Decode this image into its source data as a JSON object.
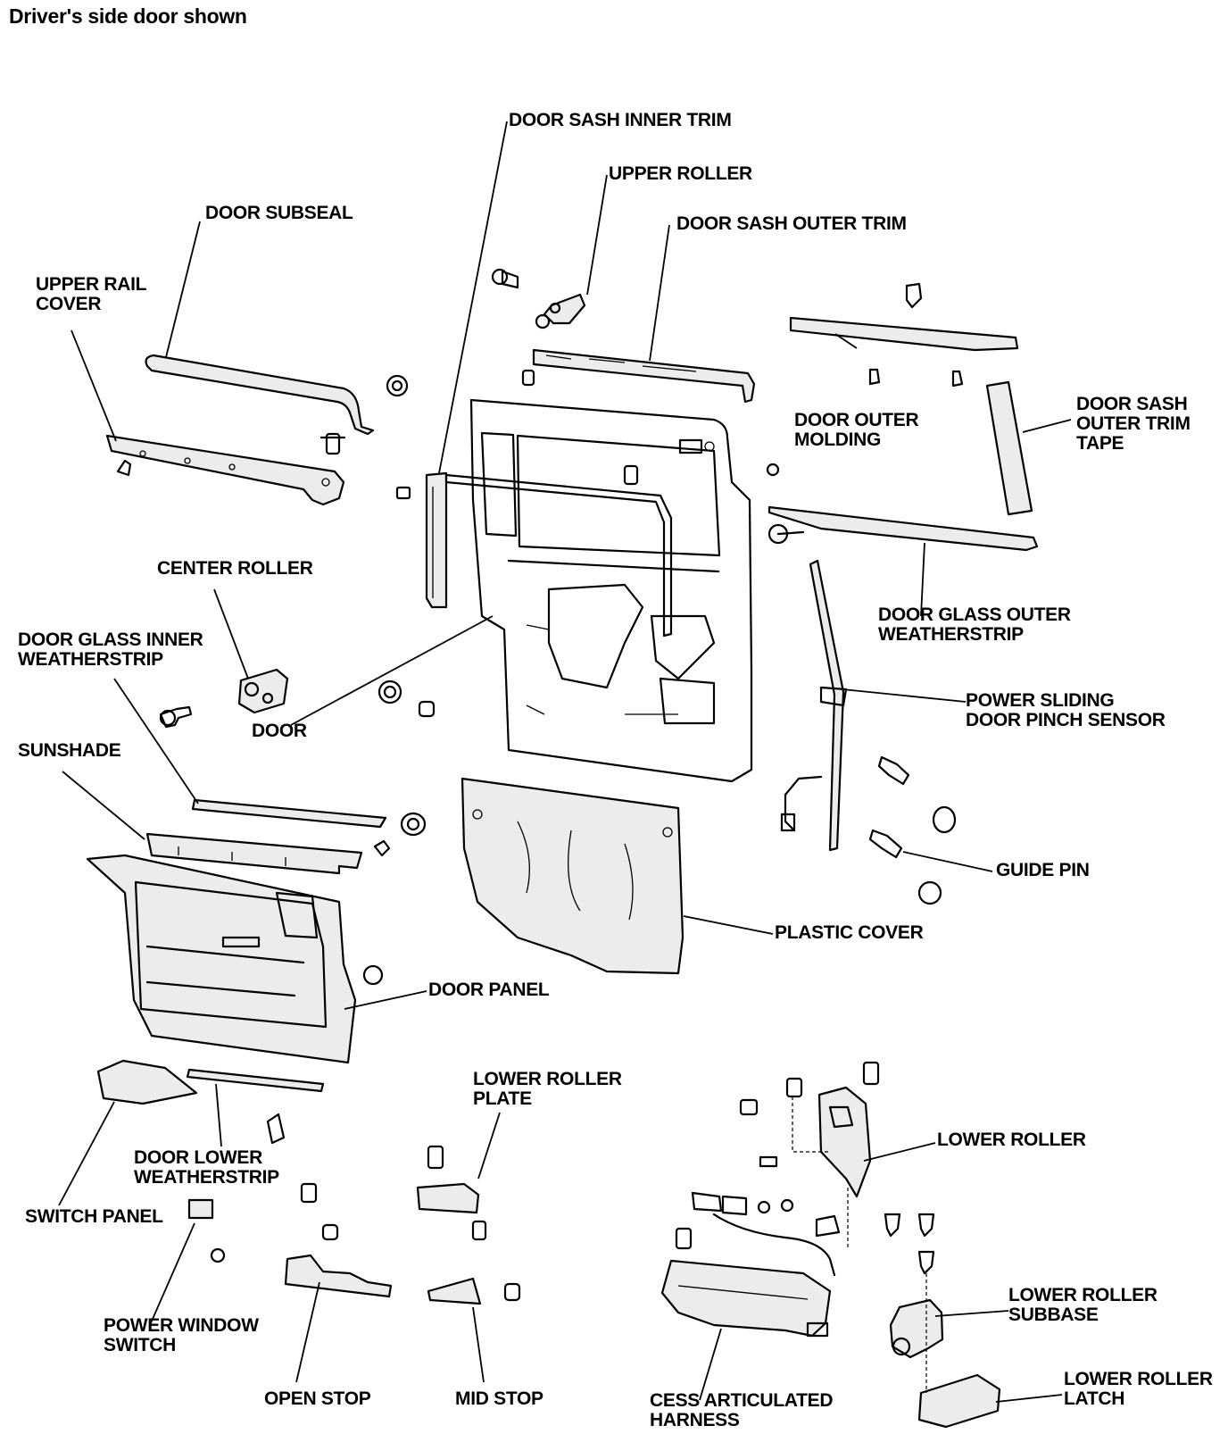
{
  "title": "Driver's side door shown",
  "labels": {
    "door_sash_inner_trim": "DOOR SASH INNER TRIM",
    "upper_roller": "UPPER ROLLER",
    "door_sash_outer_trim": "DOOR SASH OUTER TRIM",
    "door_subseal": "DOOR SUBSEAL",
    "upper_rail_cover": "UPPER RAIL\nCOVER",
    "door_outer_molding": "DOOR OUTER\nMOLDING",
    "door_sash_outer_trim_tape": "DOOR SASH\nOUTER TRIM\nTAPE",
    "center_roller": "CENTER ROLLER",
    "door_glass_outer_weatherstrip": "DOOR GLASS OUTER\nWEATHERSTRIP",
    "door_glass_inner_weatherstrip": "DOOR GLASS INNER\nWEATHERSTRIP",
    "door": "DOOR",
    "power_sliding_door_pinch_sensor": "POWER SLIDING\nDOOR PINCH SENSOR",
    "sunshade": "SUNSHADE",
    "guide_pin": "GUIDE PIN",
    "plastic_cover": "PLASTIC COVER",
    "door_panel": "DOOR PANEL",
    "lower_roller_plate": "LOWER ROLLER\nPLATE",
    "lower_roller": "LOWER ROLLER",
    "door_lower_weatherstrip": "DOOR LOWER\nWEATHERSTRIP",
    "switch_panel": "SWITCH PANEL",
    "lower_roller_subbase": "LOWER ROLLER\nSUBBASE",
    "power_window_switch": "POWER WINDOW\nSWITCH",
    "open_stop": "OPEN STOP",
    "mid_stop": "MID STOP",
    "lower_roller_latch": "LOWER ROLLER\nLATCH",
    "cess_articulated_harness": "CESS ARTICULATED\nHARNESS"
  }
}
